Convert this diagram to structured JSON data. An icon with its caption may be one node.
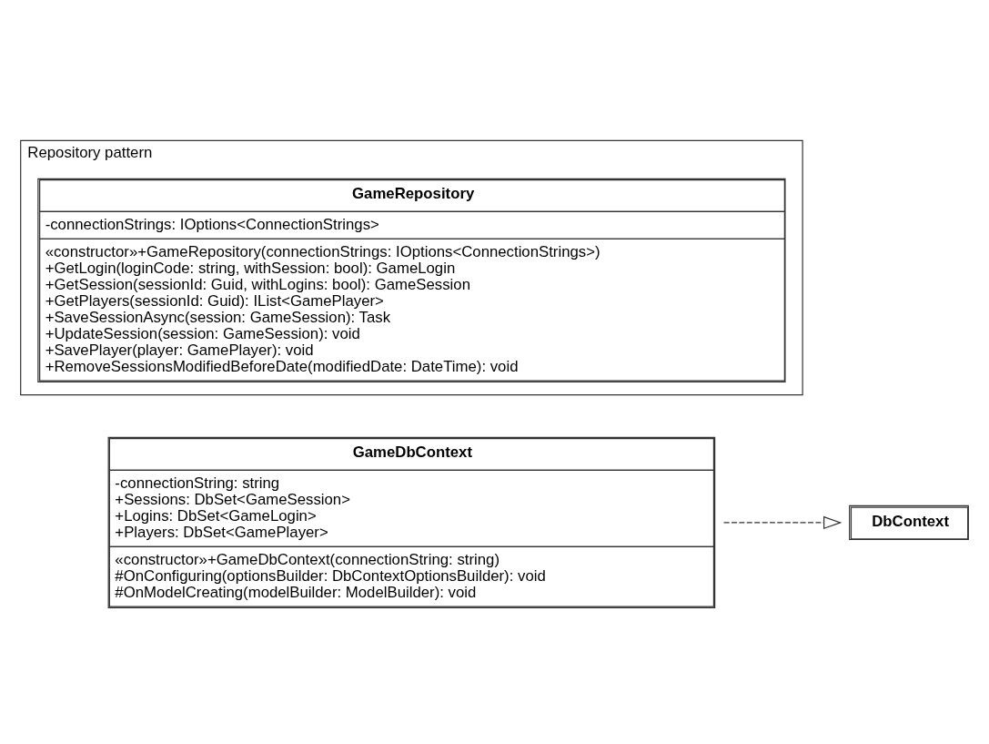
{
  "diagram": {
    "nodes": [
      {
        "text": [
          "GameDbContext",
          "-connectionString: string",
          "+Sessions: DbSet<GameSession>",
          "+Logins: DbSet<GameLogin>",
          "+Players: DbSet<GamePlayer>",
          "«constructor»+GameDbContext(connectionString: string)",
          "#OnConfiguring(optionsBuilder: DbContextOptionsBuilder): void",
          "#OnModelCreating(modelBuilder: ModelBuilder): void"
        ]
      },
      {
        "text": [
          "DbContext"
        ]
      },
      {
        "text": [
          "Repository pattern"
        ]
      },
      {
        "text": [
          "GameRepository",
          "-connectionStrings: IOptions<ConnectionStrings>",
          "«constructor»+GameRepository(connectionStrings: IOptions<ConnectionStrings>)",
          "+GetLogin(loginCode: string, withSession: bool): GameLogin",
          "+GetSession(sessionId: Guid, withLogins: bool): GameSession",
          "+GetPlayers(sessionId: Guid): IList<GamePlayer>",
          "+SaveSessionAsync(session: GameSession): Task",
          "+UpdateSession(session: GameSession): void",
          "+SavePlayer(player: GamePlayer): void",
          "+RemoveSessionsModifiedBeforeDate(modifiedDate: DateTime): void"
        ],
        "in": 2
      }
    ],
    "edges": [
      {
        "from": 0,
        "to": 1,
        "arrow": "to",
        "style": "dashed"
      }
    ]
  }
}
